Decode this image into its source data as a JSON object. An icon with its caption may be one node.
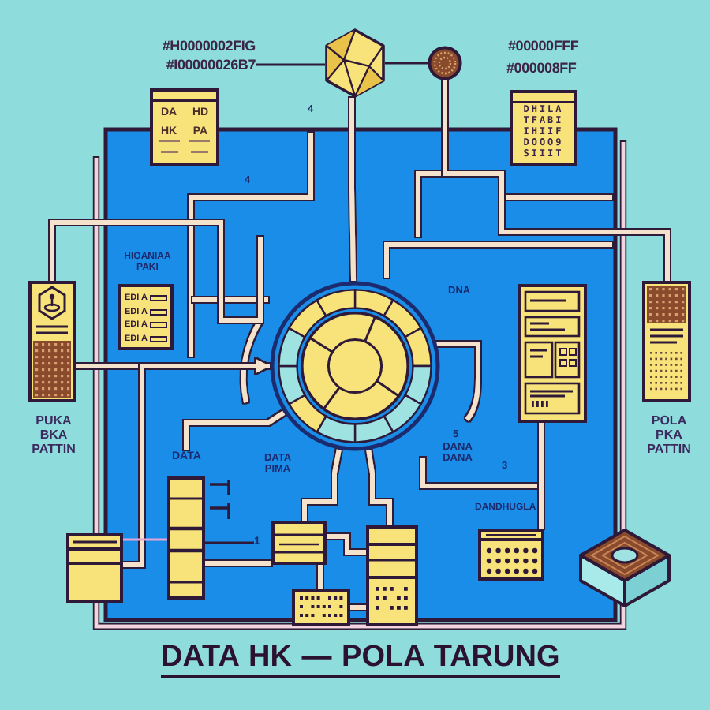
{
  "diagram": {
    "title": "DATA HK — POLA TARUNG",
    "nodes": [
      {
        "text": [
          "#H0000002FIG",
          "#I00000026B7"
        ]
      },
      {
        "text": [],
        "shape": "picture"
      },
      {
        "text": [],
        "shape": "circle"
      },
      {
        "text": [
          "DA",
          "HD",
          "HK",
          "PA"
        ]
      },
      {
        "text": [
          "DHILA TFABI IHIIF DOOO9 SIIIT"
        ]
      },
      {
        "text": [],
        "shape": "picture",
        "beside": [
          "PUKA BKA PATTIN"
        ]
      },
      {
        "text": [
          "HIOANIAA PAKI",
          "EDI A",
          "EDI A",
          "EDI A",
          "EDI A"
        ]
      },
      {
        "text": [],
        "shape": "circle"
      },
      {
        "text": [],
        "shape": "box"
      },
      {
        "text": [],
        "shape": "picture",
        "beside": [
          "POLA PKA PATTIN"
        ]
      },
      {
        "text": [
          "DATA"
        ]
      },
      {
        "text": [],
        "shape": "box"
      },
      {
        "text": [],
        "shape": "box"
      },
      {
        "text": [],
        "shape": "box"
      },
      {
        "text": [],
        "shape": "box"
      },
      {
        "text": [],
        "shape": "box"
      },
      {
        "text": [
          "DANDHUGLA"
        ]
      },
      {
        "text": [
          "1"
        ]
      }
    ],
    "edges": [
      {
        "from": 0,
        "to": 1,
        "arrow": "none",
        "color": "#2e1a38"
      },
      {
        "from": 1,
        "to": 2,
        "arrow": "none",
        "color": "#2e1a38"
      },
      {
        "from": 2,
        "to": 9,
        "arrow": "none"
      },
      {
        "from": 5,
        "to": 7,
        "arrow": "to"
      },
      {
        "from": 11,
        "to": 7,
        "arrow": "to"
      },
      {
        "from": 10,
        "to": 7,
        "arrow": "none"
      },
      {
        "from": 11,
        "to": 12,
        "arrow": "none",
        "color": "#e3a6d6"
      },
      {
        "from": 12,
        "to": 13,
        "arrow": "none"
      },
      {
        "from": 13,
        "to": 7,
        "arrow": "none"
      },
      {
        "from": 13,
        "to": 14,
        "arrow": "none"
      },
      {
        "from": 13,
        "to": 15,
        "arrow": "none"
      },
      {
        "from": 14,
        "to": 15,
        "arrow": "none"
      },
      {
        "from": 15,
        "to": 7,
        "arrow": "none"
      },
      {
        "from": 8,
        "to": 16,
        "arrow": "none"
      },
      {
        "from": 1,
        "to": 7,
        "arrow": "none"
      },
      {
        "from": 5,
        "to": null,
        "arrow": "none"
      },
      {
        "from": 12,
        "to": 17,
        "arrow": "none",
        "color": "#2e1a38"
      }
    ],
    "labels": [
      "#00000FFF",
      "#000008FF",
      "4",
      "4",
      "DNA",
      "5",
      "DANA DANA",
      "DATA PIMA",
      "3"
    ]
  }
}
